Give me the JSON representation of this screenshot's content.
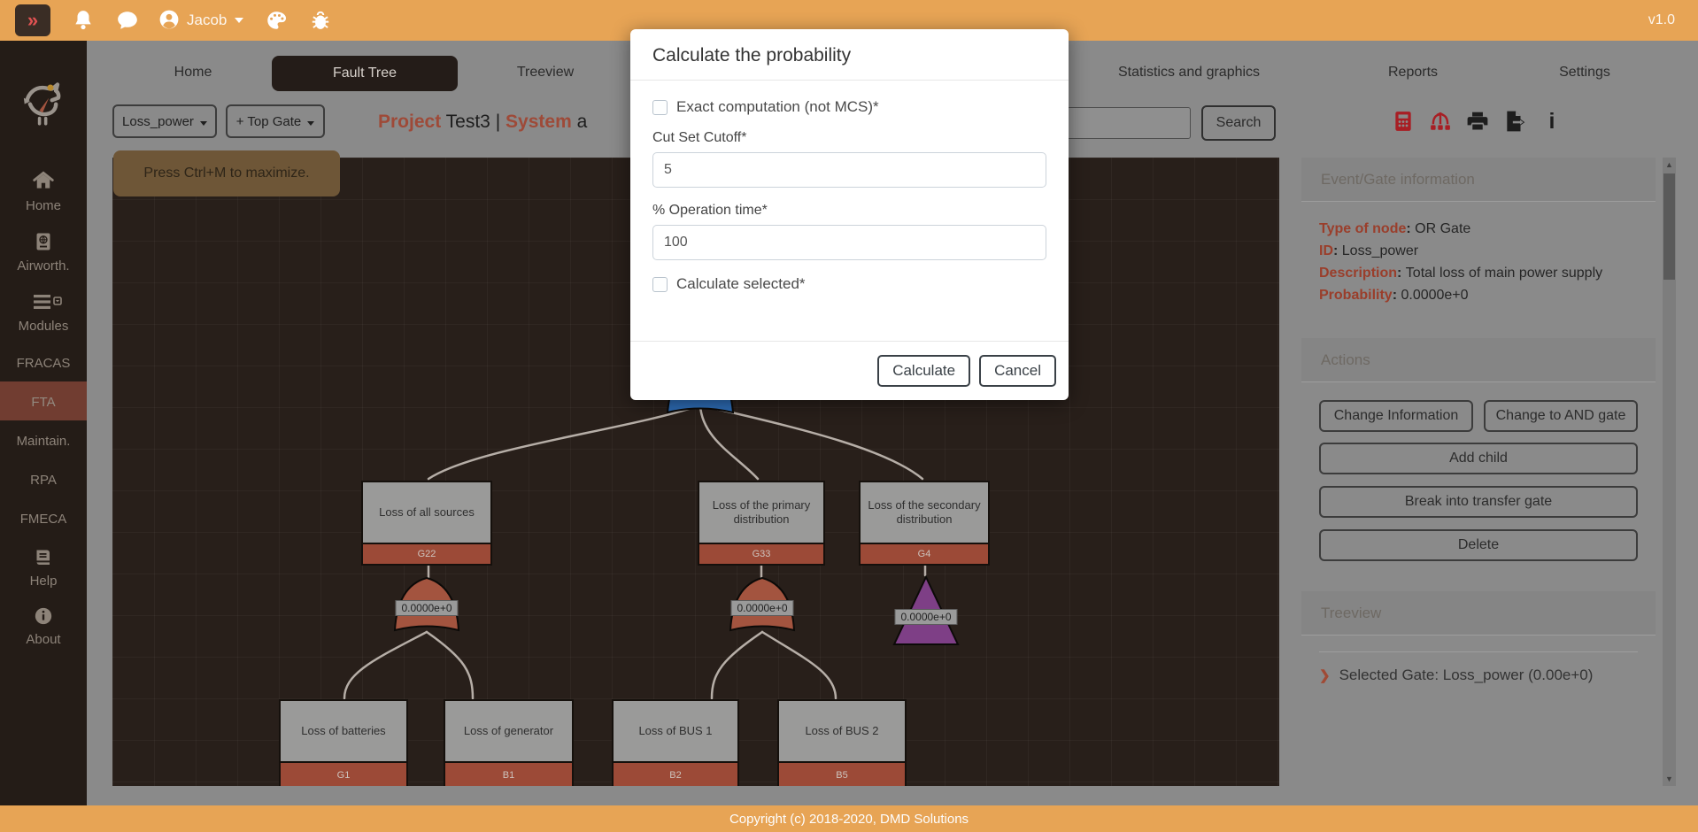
{
  "topbar": {
    "user_name": "Jacob",
    "version": "v1.0"
  },
  "icons": {
    "collapse": "»",
    "scroll_up": "▲",
    "scroll_down": "▼",
    "chevron": "❯",
    "info_glyph": "i"
  },
  "sidebar": {
    "items": [
      {
        "label": "Home"
      },
      {
        "label": "Airworth."
      },
      {
        "label": "Modules"
      },
      {
        "label": "FRACAS"
      },
      {
        "label": "FTA"
      },
      {
        "label": "Maintain."
      },
      {
        "label": "RPA"
      },
      {
        "label": "FMECA"
      },
      {
        "label": "Help"
      },
      {
        "label": "About"
      }
    ]
  },
  "tabs": {
    "home": "Home",
    "fault_tree": "Fault Tree",
    "treeview": "Treeview",
    "stats": "Statistics and graphics",
    "reports": "Reports",
    "settings": "Settings"
  },
  "toolbar": {
    "gate_dropdown": "Loss_power",
    "top_gate_dropdown": "+ Top Gate",
    "title_project_label": "Project",
    "title_project_value": "Test3",
    "title_separator": "|",
    "title_system_label": "System",
    "title_system_partial": "a",
    "search_button": "Search"
  },
  "canvas": {
    "tooltip": "Press Ctrl+M to maximize.",
    "nodes": [
      {
        "label": "Loss of all sources",
        "code": "G22"
      },
      {
        "label": "Loss of the primary distribution",
        "code": "G33"
      },
      {
        "label": "Loss of the secondary distribution",
        "code": "G4"
      },
      {
        "label": "Loss of batteries",
        "code": "G1"
      },
      {
        "label": "Loss of generator",
        "code": "B1"
      },
      {
        "label": "Loss of BUS 1",
        "code": "B2"
      },
      {
        "label": "Loss of BUS 2",
        "code": "B5"
      }
    ],
    "gates": [
      {
        "type": "or-gate",
        "value": "0.0000e+0"
      },
      {
        "type": "or-gate",
        "value": "0.0000e+0"
      },
      {
        "type": "and-gate",
        "value": "0.0000e+0"
      }
    ]
  },
  "panel": {
    "info_header": "Event/Gate information",
    "info": [
      {
        "label": "Type of node",
        "value": "OR Gate"
      },
      {
        "label": "ID",
        "value": "Loss_power"
      },
      {
        "label": "Description",
        "value": "Total loss of main power supply"
      },
      {
        "label": "Probability",
        "value": "0.0000e+0"
      }
    ],
    "actions_header": "Actions",
    "actions": {
      "change_info": "Change Information",
      "change_and": "Change to AND gate",
      "add_child": "Add child",
      "break_transfer": "Break into transfer gate",
      "delete": "Delete"
    },
    "treeview_header": "Treeview",
    "selected_gate": "Selected Gate: Loss_power (0.00e+0)"
  },
  "modal": {
    "title": "Calculate the probability",
    "exact_label": "Exact computation (not MCS)*",
    "cutoff_label": "Cut Set Cutoff*",
    "cutoff_value": "5",
    "optime_label": "% Operation time*",
    "optime_value": "100",
    "selected_label": "Calculate selected*",
    "calculate": "Calculate",
    "cancel": "Cancel"
  },
  "footer": {
    "text": "Copyright (c) 2018-2020, DMD Solutions"
  },
  "colors": {
    "accent_orange": "#e7a455",
    "brick": "#9a3e2b",
    "gate_red": "#a3543f",
    "gate_purple": "#7e3f86",
    "gate_blue": "#2d6cb5",
    "icon_red": "#a81e24"
  }
}
